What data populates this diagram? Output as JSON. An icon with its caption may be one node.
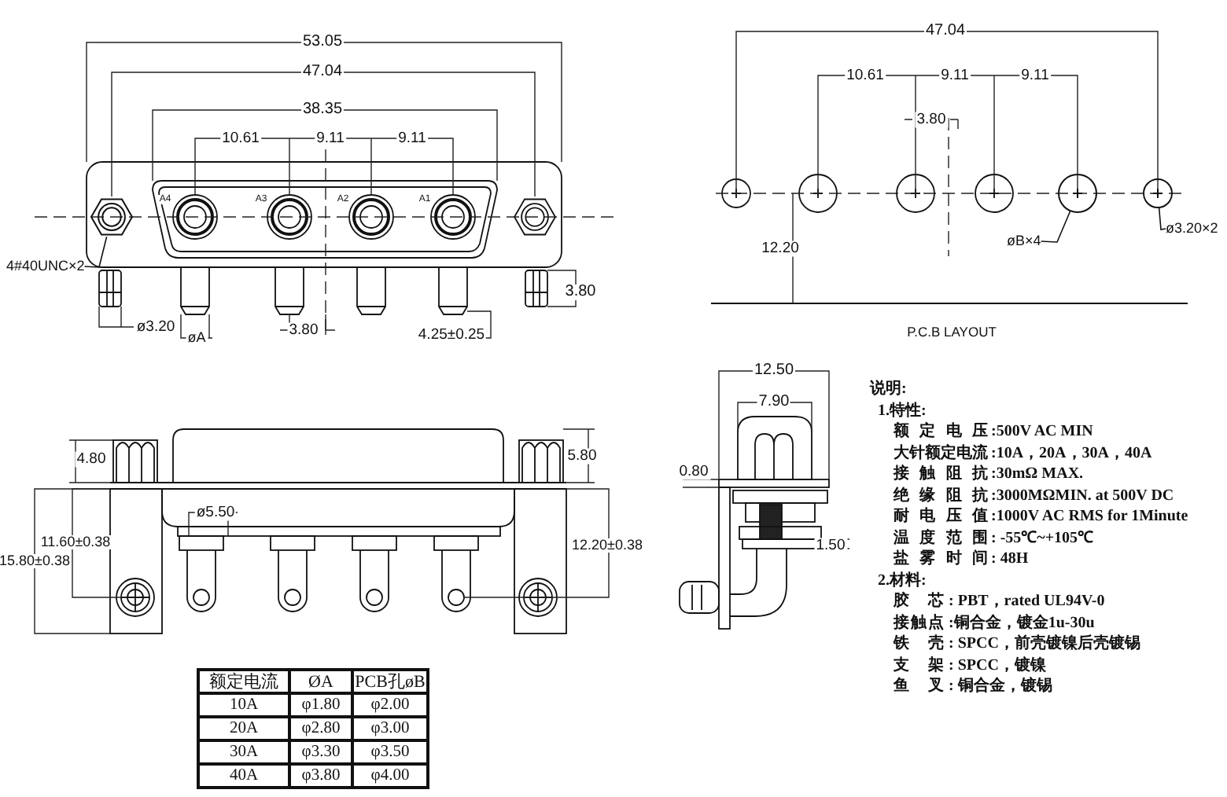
{
  "diagram": {
    "nodes": [
      {
        "text": [
          "4#40UNC×2"
        ]
      },
      {
        "text": [],
        "shape": "picture"
      },
      {
        "text": [
          "øB×4"
        ]
      },
      {
        "text": [],
        "shape": "circle"
      },
      {
        "text": [
          "ø3.20×2"
        ]
      },
      {
        "text": [],
        "shape": "circle"
      }
    ],
    "edges": [
      {
        "from": 0,
        "to": 1,
        "arrow": "none"
      },
      {
        "from": 2,
        "to": 3,
        "arrow": "none"
      },
      {
        "from": 4,
        "to": 5,
        "arrow": "none"
      }
    ],
    "labels": [
      "53.05",
      "47.04",
      "38.35",
      "10.61",
      "9.11",
      "9.11",
      "A4",
      "A3",
      "A2",
      "A1",
      "3.80",
      "ø3.20",
      "øA",
      "3.80",
      "4.25±0.25",
      "47.04",
      "10.61",
      "9.11",
      "9.11",
      "3.80",
      "12.20",
      "P.C.B LAYOUT",
      "4.80",
      "5.80",
      "ø5.50",
      "11.60±0.38",
      "15.80±0.38",
      "12.20±0.38",
      "12.50",
      "7.90",
      "0.80",
      "1.50",
      "额定电流",
      "ØA",
      "PCB孔øB",
      "10A",
      "φ1.80",
      "φ2.00",
      "20A",
      "φ2.80",
      "φ3.00",
      "30A",
      "φ3.30",
      "φ3.50",
      "40A",
      "φ3.80",
      "φ4.00",
      "说明:",
      "1.特性:",
      "额定电压",
      ":500V AC MIN",
      "大针额定电流",
      ":10A，20A，30A，40A",
      "接触阻抗",
      ":30mΩ MAX.",
      "绝缘阻抗",
      ":3000MΩMIN. at 500V DC",
      "耐电压值",
      ":1000V AC RMS for 1Minute",
      "温度范围",
      ": -55℃~+105℃",
      "盐雾时间",
      ": 48H",
      "2.材料:",
      "胶芯",
      ": PBT，rated UL94V-0",
      "接触点",
      ":铜合金，镀金1u-30u",
      "铁壳",
      ": SPCC，前壳镀镍后壳镀锡",
      "支架",
      ": SPCC，镀镍",
      "鱼叉",
      ": 铜合金，镀锡"
    ]
  }
}
